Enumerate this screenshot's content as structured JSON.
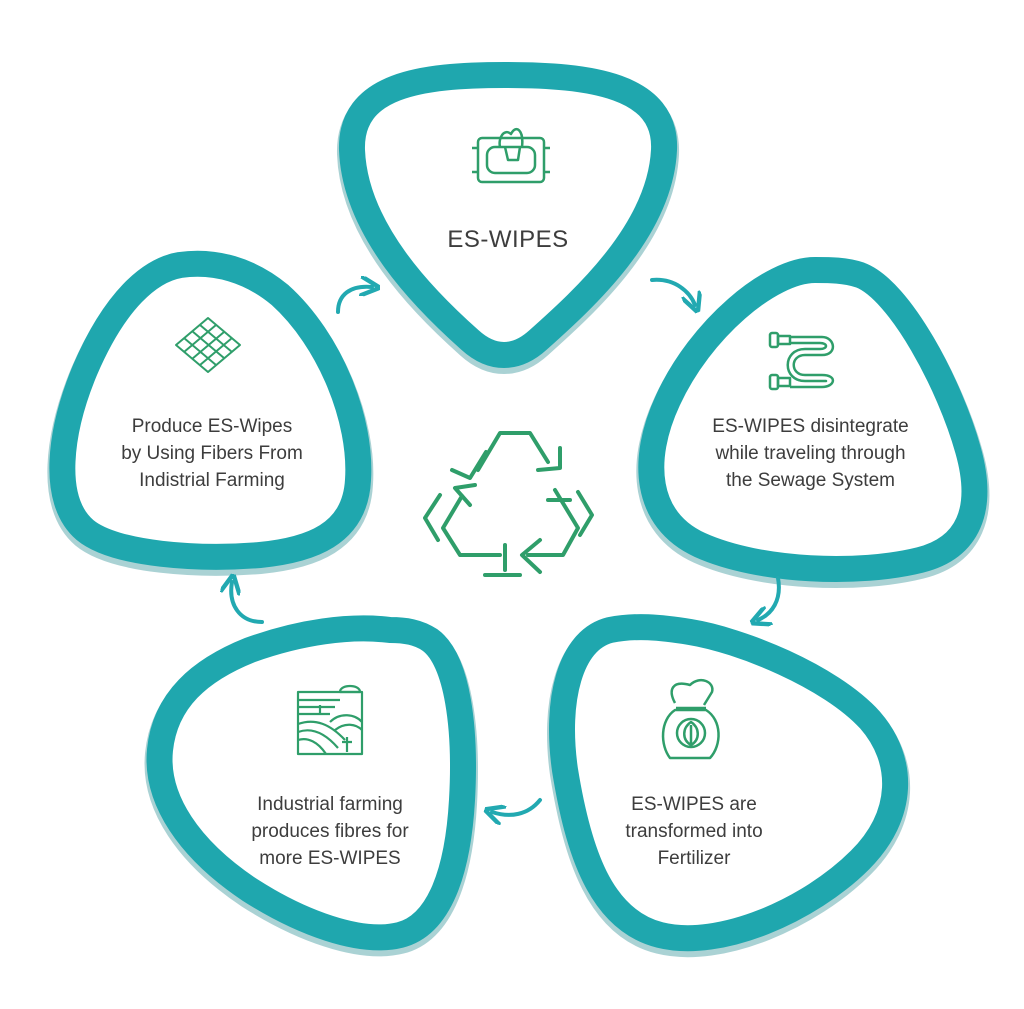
{
  "colors": {
    "ring": "#1fa7ae",
    "ring_shadow": "#0e7f86",
    "icon_green": "#2f9e6a",
    "text": "#3d3d3d",
    "arrow": "#22a9b1"
  },
  "center_icon": "recycle-icon",
  "nodes": [
    {
      "id": "top",
      "icon": "wipes-pack-icon",
      "lines": [
        "ES-WIPES"
      ]
    },
    {
      "id": "right",
      "icon": "sewage-pipe-icon",
      "lines": [
        "ES-WIPES disintegrate",
        "while traveling through",
        "the Sewage System"
      ]
    },
    {
      "id": "bottom-right",
      "icon": "fertilizer-bag-icon",
      "lines": [
        "ES-WIPES are",
        "transformed into",
        "Fertilizer"
      ]
    },
    {
      "id": "bottom-left",
      "icon": "farm-field-icon",
      "lines": [
        "Industrial farming",
        "produces fibres for",
        "more ES-WIPES"
      ]
    },
    {
      "id": "left",
      "icon": "fiber-mesh-icon",
      "lines": [
        "Produce ES-Wipes",
        "by Using Fibers From",
        "Indistrial Farming"
      ]
    }
  ]
}
